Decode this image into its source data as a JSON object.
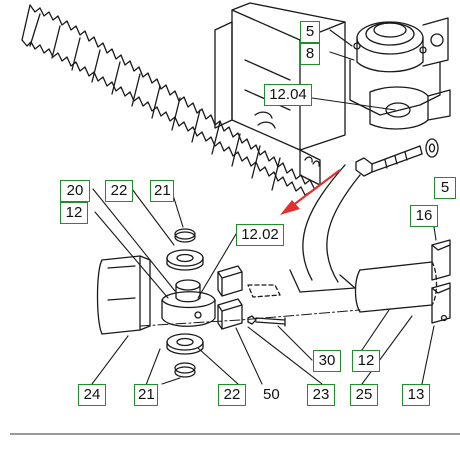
{
  "diagram": {
    "callouts": {
      "c5a": "5",
      "c8": "8",
      "c1204": "12.04",
      "c5b": "5",
      "c16": "16",
      "c20": "20",
      "c22a": "22",
      "c21a": "21",
      "c12a": "12",
      "c1202": "12.02",
      "c30": "30",
      "c12b": "12",
      "c24": "24",
      "c21b": "21",
      "c22b": "22",
      "c23": "23",
      "c25": "25",
      "c13": "13"
    },
    "plain_labels": {
      "p50": "50"
    },
    "colors": {
      "callout_border": "#1f8f2a",
      "pointer_arrow": "#e03030",
      "line_art": "#1a1a1a"
    }
  }
}
